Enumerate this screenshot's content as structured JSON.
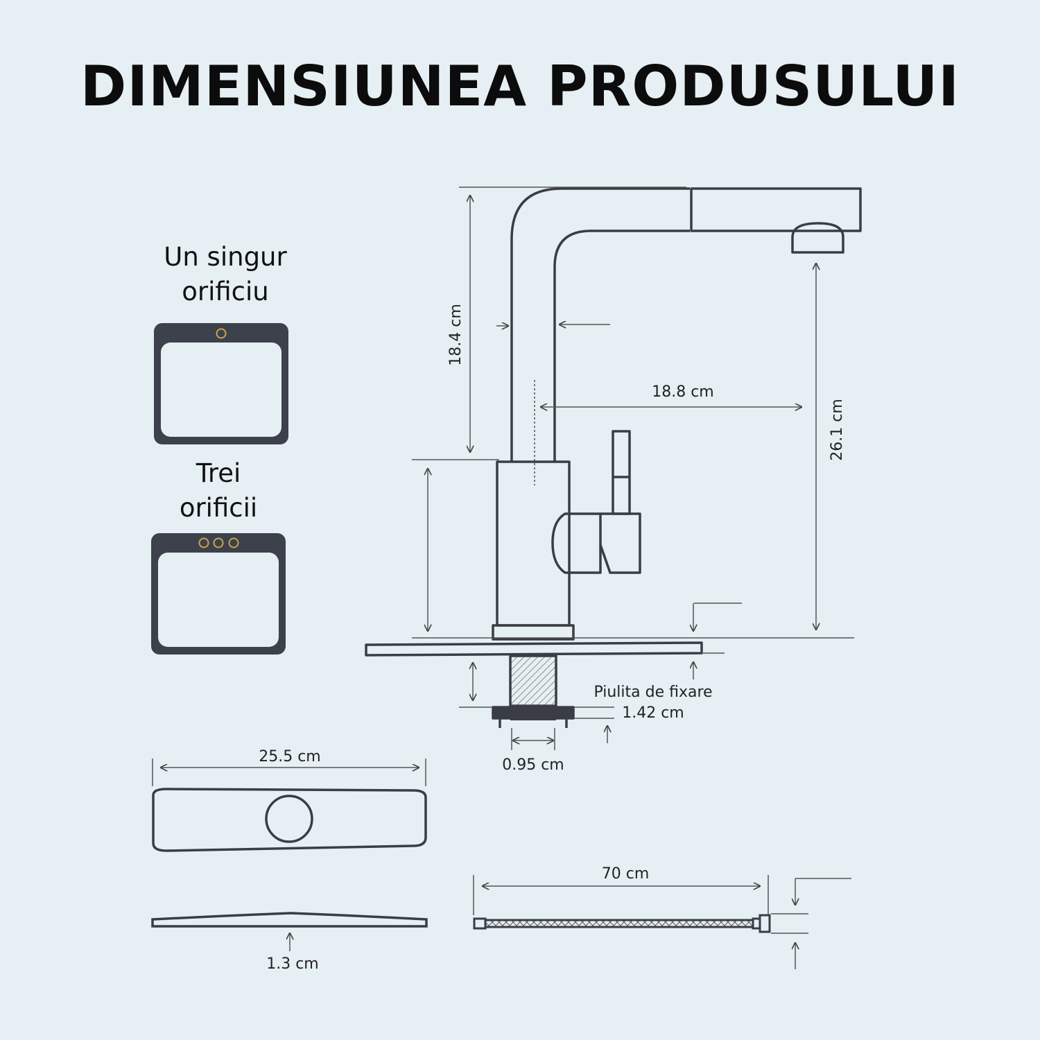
{
  "title": "DIMENSIUNEA PRODUSULUI",
  "sinks": {
    "single": {
      "label_line1": "Un singur",
      "label_line2": "orificiu"
    },
    "triple": {
      "label_line1": "Trei",
      "label_line2": "orificii"
    }
  },
  "dimensions": {
    "spout_height": "18.4 cm",
    "spout_reach": "18.8 cm",
    "total_height": "26.1 cm",
    "nut_label": "Piulita de fixare",
    "nut_height": "1.42 cm",
    "shank_width": "0.95 cm",
    "plate_width": "25.5 cm",
    "plate_thickness": "1.3 cm",
    "hose_length": "70 cm"
  },
  "colors": {
    "background": "#e6eff3",
    "line": "#3a3d44",
    "sink": "#3d414b",
    "hole_ring": "#c9a64a"
  }
}
